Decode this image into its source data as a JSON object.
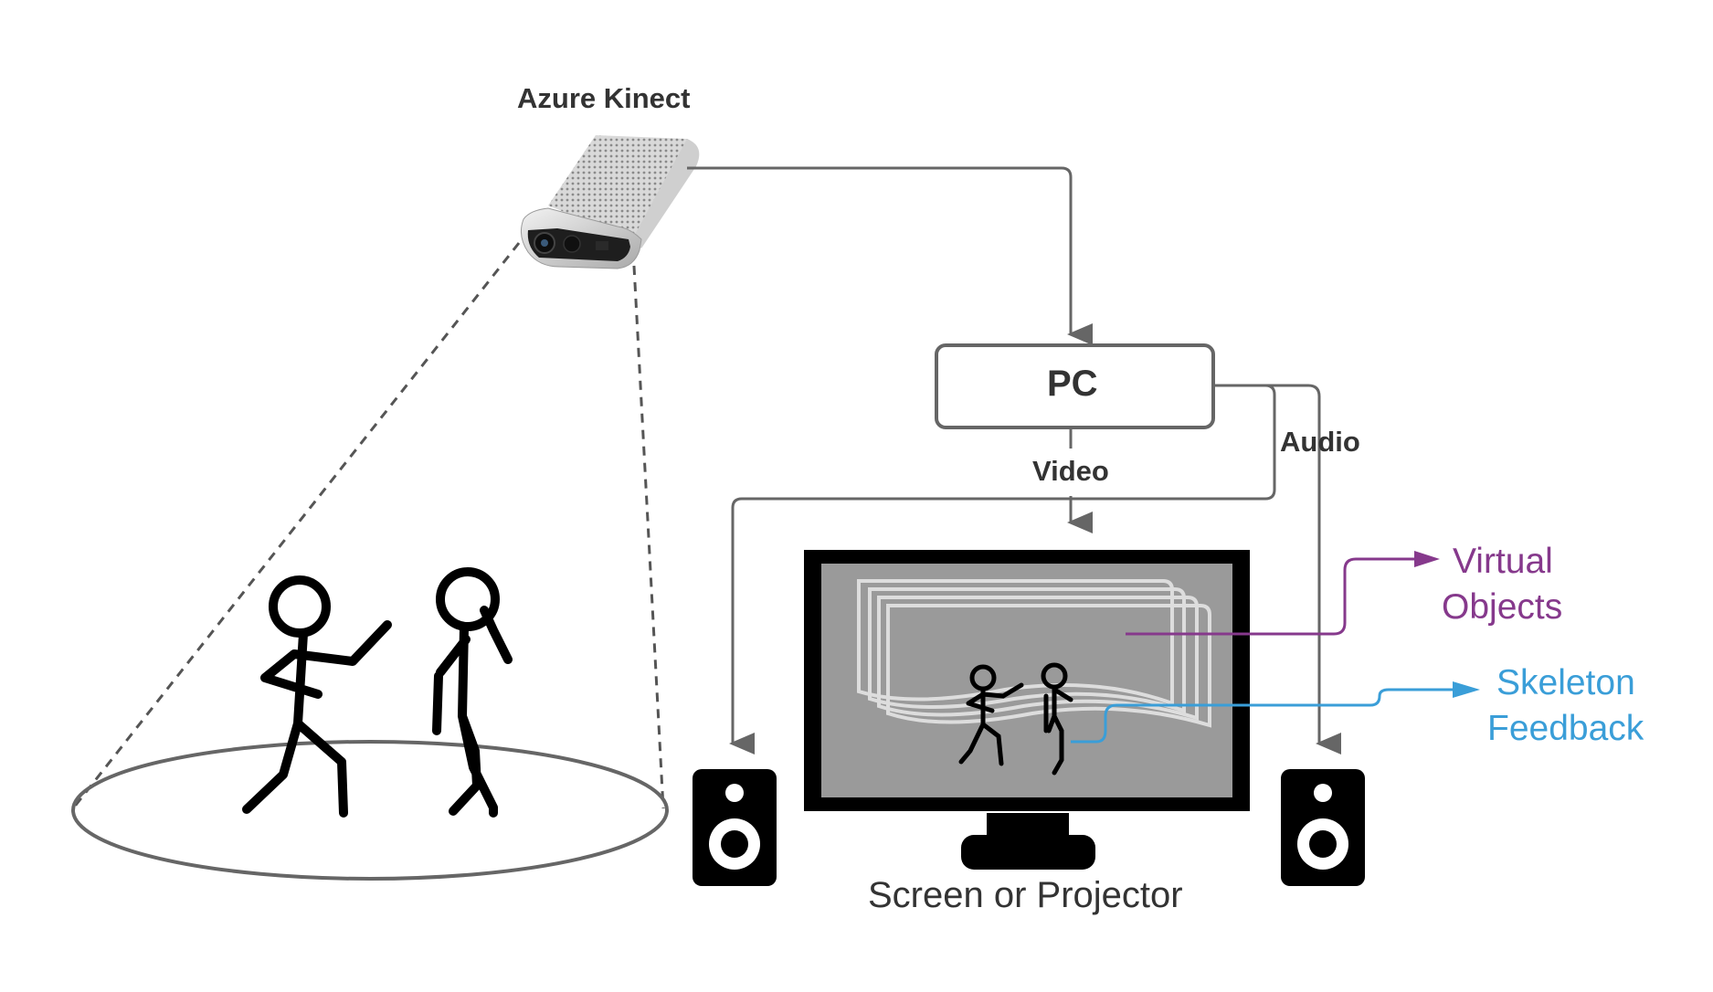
{
  "labels": {
    "camera": "Azure Kinect",
    "pc": "PC",
    "video": "Video",
    "audio": "Audio",
    "screen": "Screen or Projector",
    "virtual_objects_line1": "Virtual",
    "virtual_objects_line2": "Objects",
    "skeleton_feedback_line1": "Skeleton",
    "skeleton_feedback_line2": "Feedback"
  },
  "colors": {
    "line": "#666666",
    "dark": "#000000",
    "text": "#333333",
    "virtual": "#86398c",
    "skeleton": "#3a9ed8",
    "screen_fill": "#9a9a9a"
  },
  "icons": {
    "camera": "azure-kinect-camera-icon",
    "speaker": "speaker-icon",
    "monitor": "monitor-icon",
    "person": "stick-figure-icon"
  }
}
